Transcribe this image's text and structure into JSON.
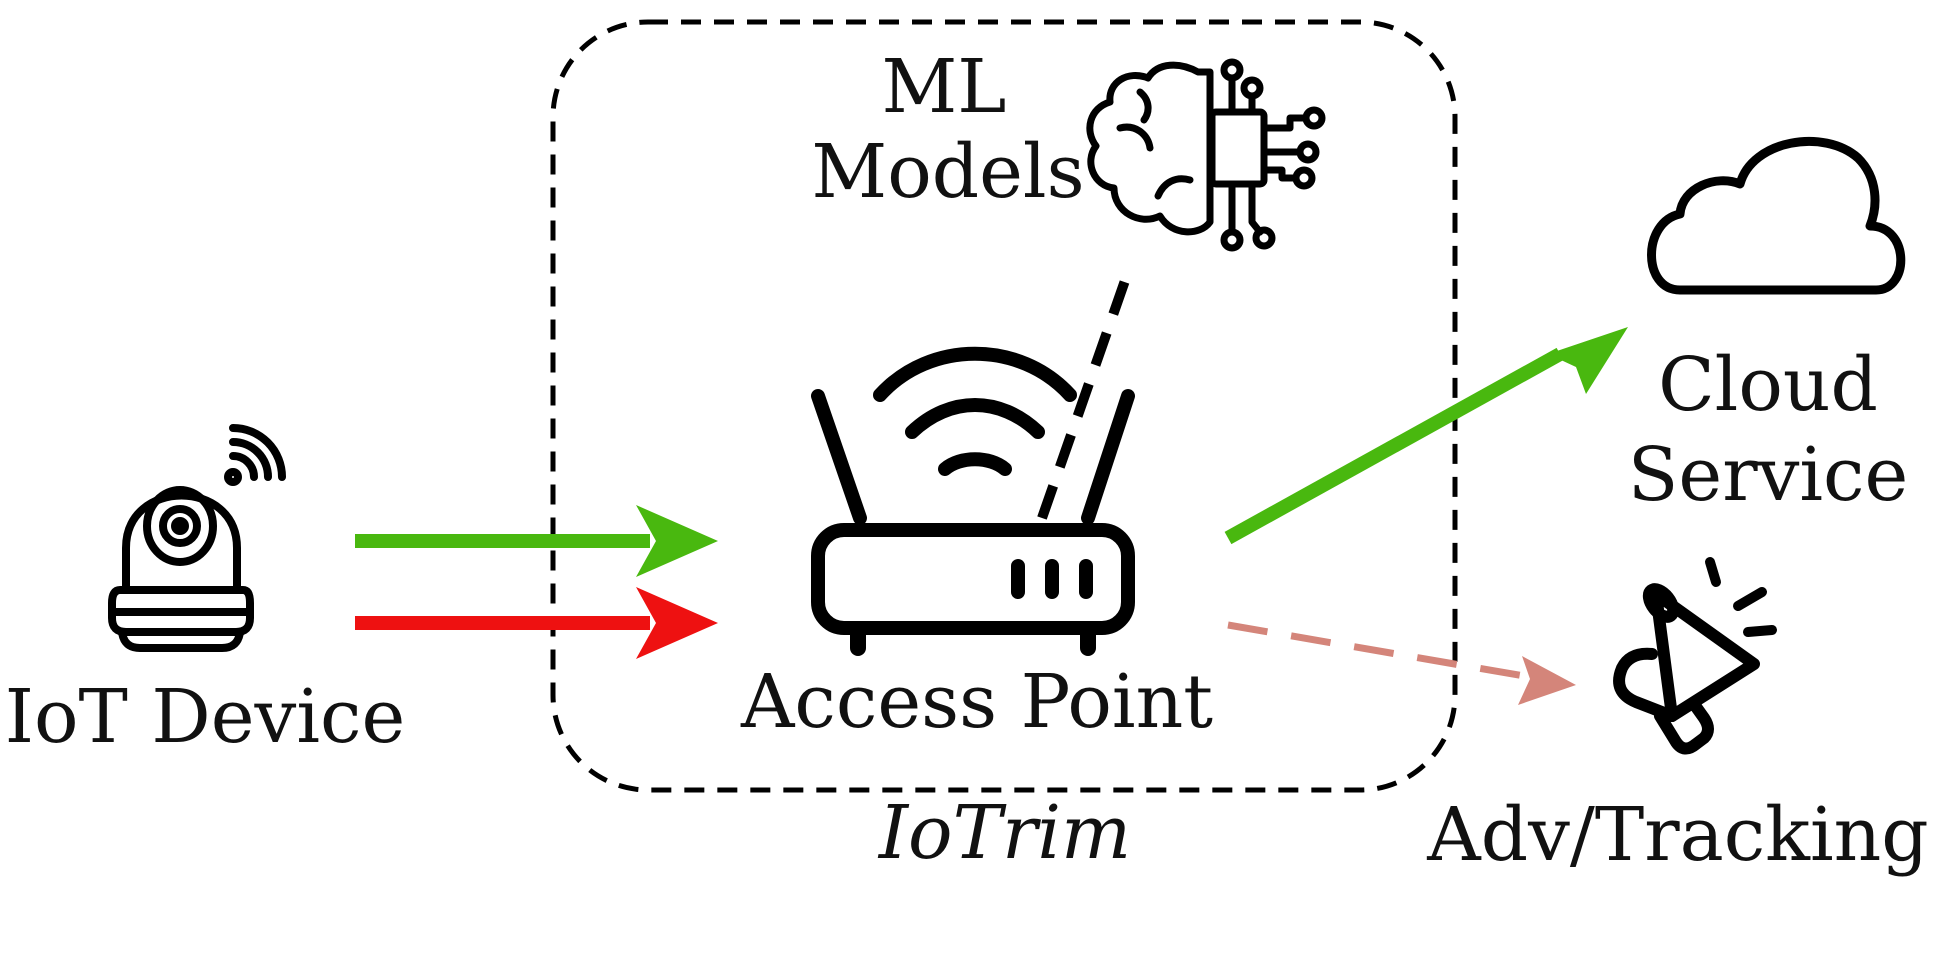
{
  "labels": {
    "iot_device": "IoT Device",
    "access_point": "Access Point",
    "ml_line1": "ML",
    "ml_line2": "Models",
    "cloud_line1": "Cloud",
    "cloud_line2": "Service",
    "adv_tracking": "Adv/Tracking",
    "system_name": "IoTrim"
  },
  "colors": {
    "allowed_flow": "#49b80f",
    "blocked_flow": "#ee1111",
    "tracking_flow": "#d4857a",
    "stroke": "#000000"
  },
  "icons": {
    "iot_device": "security-camera-icon",
    "access_point": "wifi-router-icon",
    "ml_models": "brain-chip-icon",
    "cloud": "cloud-icon",
    "adv_tracking": "megaphone-icon"
  }
}
